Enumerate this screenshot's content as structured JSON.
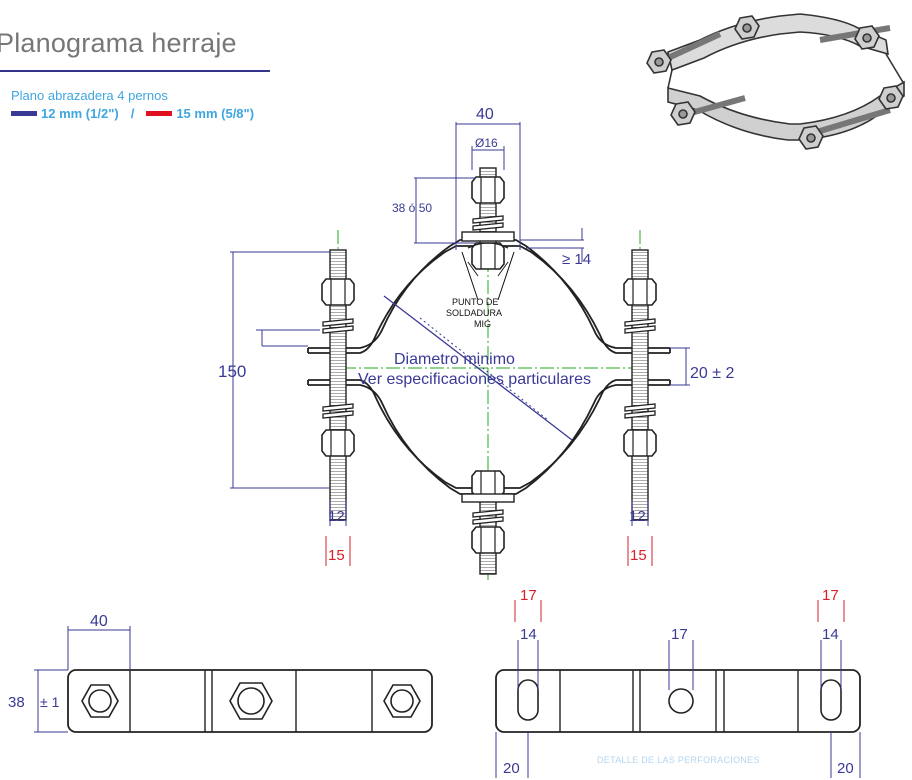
{
  "header": {
    "title": "Planograma herraje",
    "subtitle": "Plano abrazadera 4 pernos",
    "legend": [
      {
        "label": "12 mm (1/2\")",
        "color": "#3a3a96"
      },
      {
        "label": "15 mm (5/8\")",
        "color": "#e0101e"
      }
    ],
    "legend_separator": "/"
  },
  "drawing": {
    "top_width": "40",
    "rod_diameter": "Ø16",
    "nut_height": "38 ó 50",
    "gap": "≥ 14",
    "height": "150",
    "plate_gap": "20 ± 2",
    "weld_note_1": "PUNTO DE",
    "weld_note_2": "SOLDADURA",
    "weld_note_3": "MIG",
    "diameter_note_1": "Diametro minimo",
    "diameter_note_2": "Ver especificaciones particulares",
    "left_rod_blue": "12",
    "left_rod_red": "15",
    "right_rod_blue": "12",
    "right_rod_red": "15"
  },
  "bottom_left": {
    "width": "40",
    "height": "38",
    "tolerance": "± 1"
  },
  "bottom_right": {
    "left_red": "17",
    "left_blue": "14",
    "center_blue": "17",
    "right_red": "17",
    "right_blue": "14",
    "left_edge": "20",
    "right_edge": "20",
    "caption": "DETALLE DE LAS PERFORACIONES"
  },
  "colors": {
    "accent_blue": "#3a3a96",
    "accent_red": "#d8202a",
    "subtitle_blue": "#3fa6df",
    "title_gray": "#777777",
    "green_centerline": "#22aa22"
  }
}
